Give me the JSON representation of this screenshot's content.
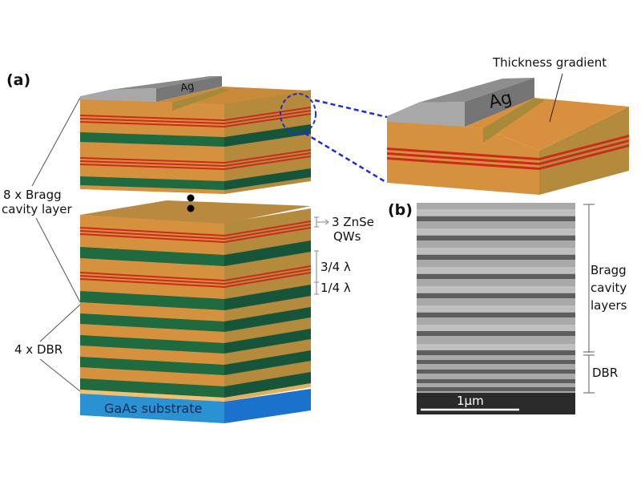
{
  "panel_a": {
    "label": "(a)",
    "bragg_label_line1": "8 x Bragg",
    "bragg_label_line2": "cavity layer",
    "dbr_label": "4 x DBR",
    "qw_label_line1": "3 ZnSe",
    "qw_label_line2": "QWs",
    "three_quarter_label": "3/4 λ",
    "one_quarter_label": "1/4 λ",
    "substrate_label": "GaAs substrate",
    "electrode_label": "Ag",
    "inset_electrode_label": "Ag",
    "gradient_label": "Thickness gradient"
  },
  "panel_b": {
    "label": "(b)",
    "bragg_line1": "Bragg",
    "bragg_line2": "cavity",
    "bragg_line3": "layers",
    "dbr_label": "DBR",
    "scale_label": "1µm"
  },
  "colors": {
    "orange": "#d6913e",
    "orange_side": "#b48a3c",
    "green": "#1f6b3f",
    "green_side": "#17553a",
    "red": "#cc2a1c",
    "blue": "#2a92d2",
    "blue_side": "#1a72cc",
    "dash": "#1a2fd6"
  }
}
